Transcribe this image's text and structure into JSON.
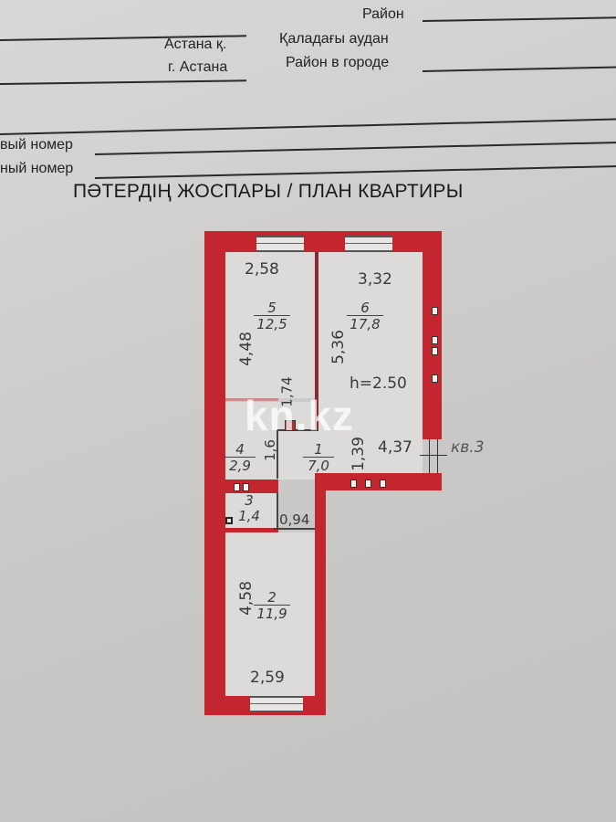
{
  "header": {
    "district_label": "Район",
    "city_kz": "Астана қ.",
    "city_ru": "г. Астана",
    "city_district_kz": "Қаладағы аудан",
    "city_district_ru": "Район в городе",
    "number_label_1": "вый номер",
    "number_label_2": "ный номер"
  },
  "plan": {
    "title": "ПӘТЕРДІҢ ЖОСПАРЫ / ПЛАН КВАРТИРЫ",
    "ceiling_height": "h=2.50",
    "apartment_label": "кв.3",
    "watermark": "kn.kz",
    "colors": {
      "wall": "#c4262f",
      "paper": "#d2d1cf",
      "ink": "#3a3a3a"
    },
    "rooms": [
      {
        "number": "1",
        "area": "7,0"
      },
      {
        "number": "2",
        "area": "11,9"
      },
      {
        "number": "3",
        "area": "1,4"
      },
      {
        "number": "4",
        "area": "2,9"
      },
      {
        "number": "5",
        "area": "12,5"
      },
      {
        "number": "6",
        "area": "17,8"
      }
    ],
    "dimensions": {
      "room5_width": "2,58",
      "room5_length": "4,48",
      "room6_width": "3,32",
      "room6_length": "5,36",
      "corridor_length": "4,37",
      "corridor_width": "1,39",
      "small_dim_a": "0,94",
      "small_dim_b": "1,6",
      "small_dim_c": "1,74",
      "room2_length": "4,58",
      "room2_width": "2,59"
    }
  }
}
